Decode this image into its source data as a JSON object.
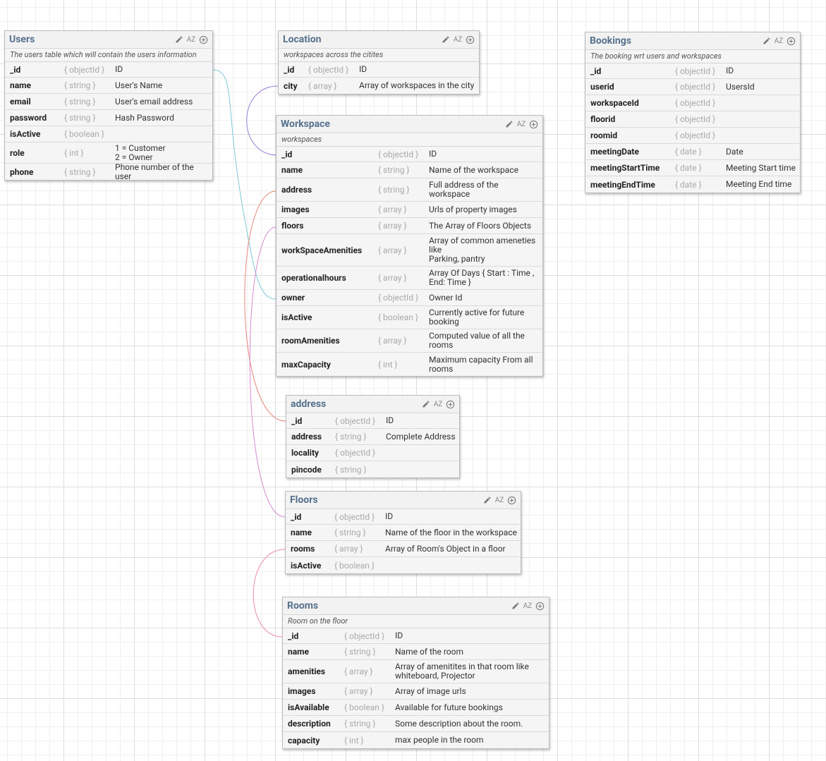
{
  "tables": {
    "users": {
      "title": "Users",
      "description": "The users table which will contain the users information",
      "fields": [
        {
          "name": "_id",
          "type": "{ objectId }",
          "desc": "ID"
        },
        {
          "name": "name",
          "type": "{ string }",
          "desc": "User's Name"
        },
        {
          "name": "email",
          "type": "{ string }",
          "desc": "User's email address"
        },
        {
          "name": "password",
          "type": "{ string }",
          "desc": "Hash Password"
        },
        {
          "name": "isActive",
          "type": "{ boolean }",
          "desc": ""
        },
        {
          "name": "role",
          "type": "{ int }",
          "desc": "1 = Customer\n2 = Owner"
        },
        {
          "name": "phone",
          "type": "{ string }",
          "desc": "Phone number of the user"
        }
      ]
    },
    "location": {
      "title": "Location",
      "description": "workspaces across the citites",
      "fields": [
        {
          "name": "_id",
          "type": "{ objectId }",
          "desc": "ID"
        },
        {
          "name": "city",
          "type": "{ array }",
          "desc": "Array of workspaces in the city"
        }
      ]
    },
    "bookings": {
      "title": "Bookings",
      "description": "The booking wrt users and workspaces",
      "fields": [
        {
          "name": "_id",
          "type": "{ objectId }",
          "desc": "ID"
        },
        {
          "name": "userid",
          "type": "{ objectId }",
          "desc": "UsersId"
        },
        {
          "name": "workspaceId",
          "type": "{ objectId }",
          "desc": ""
        },
        {
          "name": "floorid",
          "type": "{ objectId }",
          "desc": ""
        },
        {
          "name": "roomid",
          "type": "{ objectId }",
          "desc": ""
        },
        {
          "name": "meetingDate",
          "type": "{ date }",
          "desc": "Date"
        },
        {
          "name": "meetingStartTime",
          "type": "{ date }",
          "desc": "Meeting Start time"
        },
        {
          "name": "meetingEndTime",
          "type": "{ date }",
          "desc": "Meeting End time"
        }
      ]
    },
    "workspace": {
      "title": "Workspace",
      "description": "workspaces",
      "fields": [
        {
          "name": "_id",
          "type": "{ objectId }",
          "desc": "ID"
        },
        {
          "name": "name",
          "type": "{ string }",
          "desc": "Name of the workspace"
        },
        {
          "name": "address",
          "type": "{ string }",
          "desc": "Full address of the\nworkspace"
        },
        {
          "name": "images",
          "type": "{ array }",
          "desc": "Urls of property images"
        },
        {
          "name": "floors",
          "type": "{ array }",
          "desc": "The Array of Floors Objects"
        },
        {
          "name": "workSpaceAmenities",
          "type": "{ array }",
          "desc": "Array of common ameneties\nlike\nParking, pantry"
        },
        {
          "name": "operationalhours",
          "type": "{ array }",
          "desc": "Array Of Days { Start : Time ,\nEnd: Time }"
        },
        {
          "name": "owner",
          "type": "{ objectId }",
          "desc": "Owner Id"
        },
        {
          "name": "isActive",
          "type": "{ boolean }",
          "desc": "Currently active for future\nbooking"
        },
        {
          "name": "roomAmenities",
          "type": "{ array }",
          "desc": "Computed value of all the\nrooms"
        },
        {
          "name": "maxCapacity",
          "type": "{ int }",
          "desc": "Maximum capacity From all\nrooms"
        }
      ]
    },
    "address": {
      "title": "address",
      "description": "",
      "fields": [
        {
          "name": "_id",
          "type": "{ objectId }",
          "desc": "ID"
        },
        {
          "name": "address",
          "type": "{ string }",
          "desc": "Complete Address"
        },
        {
          "name": "locality",
          "type": "{ objectId }",
          "desc": ""
        },
        {
          "name": "pincode",
          "type": "{ string }",
          "desc": ""
        }
      ]
    },
    "floors": {
      "title": "Floors",
      "description": "",
      "fields": [
        {
          "name": "_id",
          "type": "{ objectId }",
          "desc": "ID"
        },
        {
          "name": "name",
          "type": "{ string }",
          "desc": "Name of the floor in the workspace"
        },
        {
          "name": "rooms",
          "type": "{ array }",
          "desc": "Array of Room's Object in a floor"
        },
        {
          "name": "isActive",
          "type": "{ boolean }",
          "desc": ""
        }
      ]
    },
    "rooms": {
      "title": "Rooms",
      "description": "Room on the floor",
      "fields": [
        {
          "name": "_id",
          "type": "{ objectId }",
          "desc": "ID"
        },
        {
          "name": "name",
          "type": "{ string }",
          "desc": "Name of the room"
        },
        {
          "name": "amenities",
          "type": "{ array }",
          "desc": "Array of amenitites in that room like\nwhiteboard, Projector"
        },
        {
          "name": "images",
          "type": "{ array }",
          "desc": "Array of image urls"
        },
        {
          "name": "isAvailable",
          "type": "{ boolean }",
          "desc": "Available for future bookings"
        },
        {
          "name": "description",
          "type": "{ string }",
          "desc": "Some description about the room."
        },
        {
          "name": "capacity",
          "type": "{ int }",
          "desc": "max people in the room"
        }
      ]
    }
  },
  "toolbar": {
    "edit_icon": "pencil-icon",
    "sort_label": "AZ",
    "add_icon": "plus-circle-icon"
  },
  "link_colors": {
    "users_owner": "#7ec8d8",
    "location_workspace": "#9b7fd4",
    "workspace_address": "#e8847a",
    "workspace_floors": "#d98ad0",
    "floors_rooms": "#e88aa8"
  }
}
